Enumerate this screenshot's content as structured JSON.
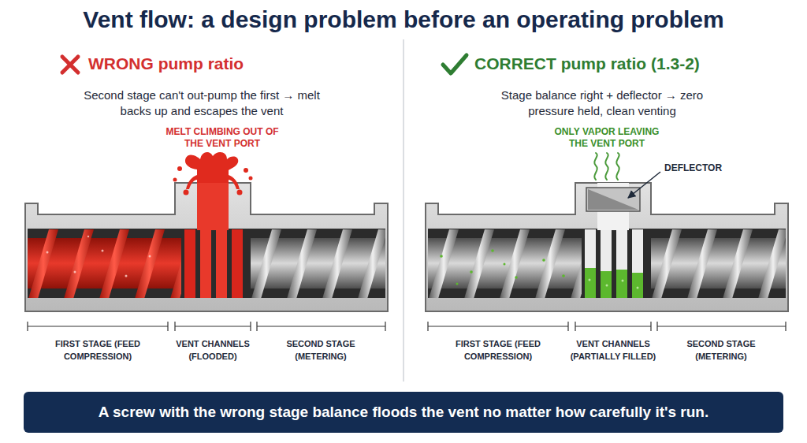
{
  "diagram": {
    "title": "Vent flow: a design problem before an operating problem",
    "caption": "A screw with the wrong stage balance floods the vent no matter how carefully it's run.",
    "labels": [
      "WRONG pump ratio",
      "Second stage can't out-pump the first → melt backs up and escapes the vent",
      "MELT CLIMBING OUT OF THE VENT PORT",
      "FIRST STAGE (FEED COMPRESSION)",
      "VENT CHANNELS (FLOODED)",
      "SECOND STAGE (METERING)",
      "CORRECT pump ratio (1.3-2)",
      "Stage balance right + deflector → zero pressure held, clean venting",
      "ONLY VAPOR LEAVING THE VENT PORT",
      "DEFLECTOR",
      "FIRST STAGE (FEED COMPRESSION)",
      "VENT CHANNELS (PARTIALLY FILLED)",
      "SECOND STAGE (METERING)"
    ]
  }
}
